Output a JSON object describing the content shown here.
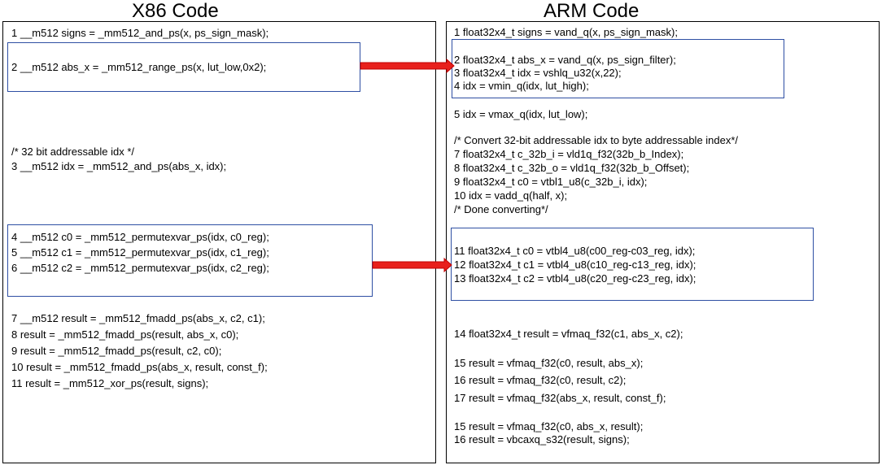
{
  "x86": {
    "title": "X86 Code",
    "lines": [
      "1 __m512 signs = _mm512_and_ps(x, ps_sign_mask);",
      "2 __m512 abs_x = _mm512_range_ps(x, lut_low,0x2);",
      "/* 32 bit addressable idx */",
      "3 __m512 idx = _mm512_and_ps(abs_x, idx);",
      "4 __m512 c0 = _mm512_permutexvar_ps(idx, c0_reg);",
      "5 __m512 c1 = _mm512_permutexvar_ps(idx, c1_reg);",
      "6 __m512 c2 = _mm512_permutexvar_ps(idx, c2_reg);",
      "7 __m512 result = _mm512_fmadd_ps(abs_x, c2, c1);",
      "8 result = _mm512_fmadd_ps(result, abs_x, c0);",
      "9 result = _mm512_fmadd_ps(result, c2, c0);",
      "10 result = _mm512_fmadd_ps(abs_x, result, const_f);",
      "11 result = _mm512_xor_ps(result, signs);"
    ]
  },
  "arm": {
    "title": "ARM Code",
    "lines": [
      "1 float32x4_t signs = vand_q(x, ps_sign_mask);",
      "2 float32x4_t abs_x = vand_q(x, ps_sign_filter);",
      "3 float32x4_t idx = vshlq_u32(x,22);",
      "4 idx = vmin_q(idx, lut_high);",
      "5 idx = vmax_q(idx, lut_low);",
      "/* Convert 32-bit addressable idx to byte addressable index*/",
      "7 float32x4_t c_32b_i = vld1q_f32(32b_b_Index);",
      "8 float32x4_t c_32b_o = vld1q_f32(32b_b_Offset);",
      "9 float32x4_t c0 = vtbl1_u8(c_32b_i, idx);",
      "10 idx = vadd_q(half, x);",
      "/* Done converting*/",
      "11 float32x4_t c0 = vtbl4_u8(c00_reg-c03_reg, idx);",
      "12 float32x4_t c1 = vtbl4_u8(c10_reg-c13_reg, idx);",
      "13 float32x4_t c2 = vtbl4_u8(c20_reg-c23_reg, idx);",
      "14 float32x4_t result = vfmaq_f32(c1, abs_x, c2);",
      "15 result = vfmaq_f32(c0, result, abs_x);",
      "16 result = vfmaq_f32(c0, result, c2);",
      "17 result = vfmaq_f32(abs_x, result, const_f);",
      "15 result = vfmaq_f32(c0, abs_x, result);",
      "16 result = vbcaxq_s32(result, signs);"
    ]
  },
  "colors": {
    "highlight_box": "#2e4fa3",
    "arrow_fill": "#e8201c",
    "arrow_stroke": "#c00000"
  }
}
